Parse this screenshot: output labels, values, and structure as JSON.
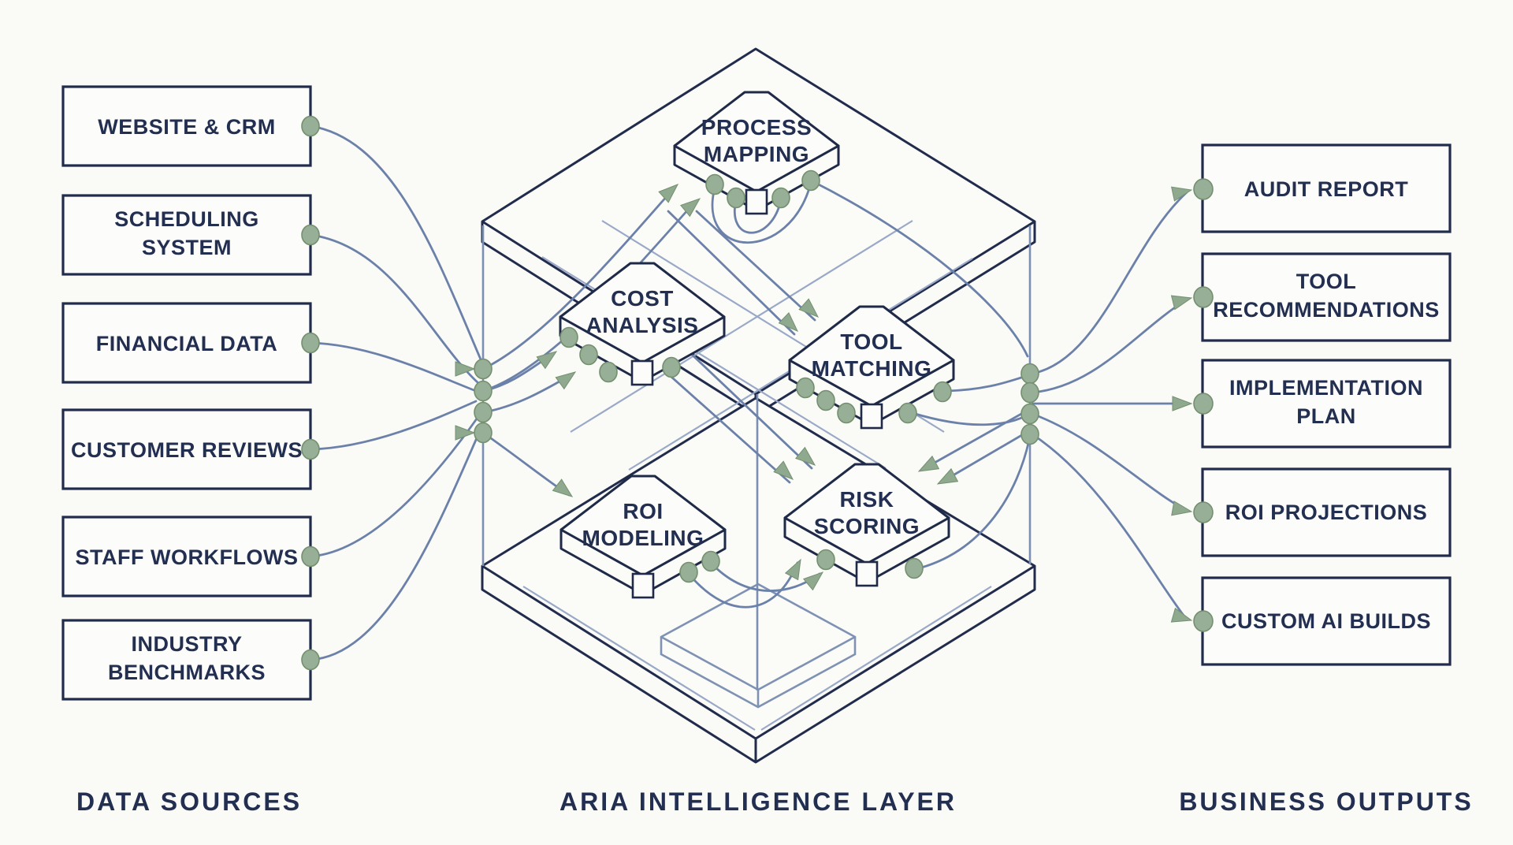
{
  "diagram": {
    "palette": {
      "background": "#fafaf7",
      "outline_navy": "#212c4d",
      "connector_blue": "#6c81a9",
      "lattice_blue": "#9aa9c8",
      "node_green_fill": "#97ae97",
      "node_green_stroke": "#74906f",
      "text_navy": "#232f51"
    },
    "icons": {
      "connector_dot": "filled-circle",
      "arrowhead": "filled-triangle"
    },
    "sources": {
      "label": "DATA SOURCES",
      "items": [
        {
          "lines": [
            "WEBSITE & CRM",
            ""
          ]
        },
        {
          "lines": [
            "SCHEDULING",
            "SYSTEM"
          ]
        },
        {
          "lines": [
            "FINANCIAL DATA",
            ""
          ]
        },
        {
          "lines": [
            "CUSTOMER REVIEWS",
            ""
          ]
        },
        {
          "lines": [
            "STAFF WORKFLOWS",
            ""
          ]
        },
        {
          "lines": [
            "INDUSTRY",
            "BENCHMARKS"
          ]
        }
      ]
    },
    "intelligence": {
      "label": "ARIA INTELLIGENCE LAYER",
      "nodes": [
        {
          "lines": [
            "PROCESS",
            "MAPPING"
          ]
        },
        {
          "lines": [
            "COST",
            "ANALYSIS"
          ]
        },
        {
          "lines": [
            "TOOL",
            "MATCHING"
          ]
        },
        {
          "lines": [
            "ROI",
            "MODELING"
          ]
        },
        {
          "lines": [
            "RISK",
            "SCORING"
          ]
        }
      ]
    },
    "outputs": {
      "label": "BUSINESS OUTPUTS",
      "items": [
        {
          "lines": [
            "AUDIT REPORT",
            ""
          ]
        },
        {
          "lines": [
            "TOOL",
            "RECOMMENDATIONS"
          ]
        },
        {
          "lines": [
            "IMPLEMENTATION",
            "PLAN"
          ]
        },
        {
          "lines": [
            "ROI PROJECTIONS",
            ""
          ]
        },
        {
          "lines": [
            "CUSTOM AI BUILDS",
            ""
          ]
        }
      ]
    }
  }
}
